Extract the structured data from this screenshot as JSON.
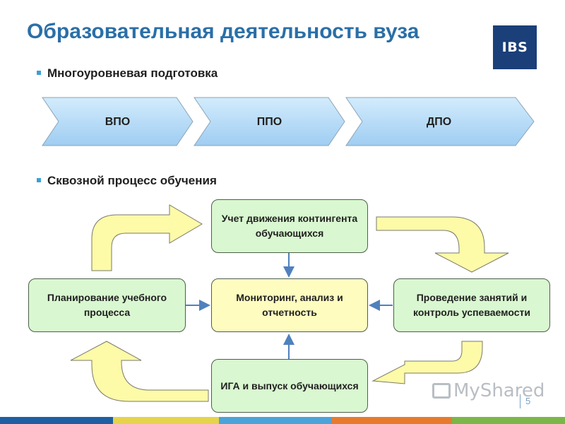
{
  "title": "Образовательная деятельность вуза",
  "logo": "IBS",
  "bullets": {
    "first": "Многоуровневая подготовка",
    "second": "Сквозной процесс обучения"
  },
  "stages": [
    "ВПО",
    "ППО",
    "ДПО"
  ],
  "cycle": {
    "top": "Учет движения контингента обучающихся",
    "left": "Планирование учебного процесса",
    "center": "Мониторинг, анализ и отчетность",
    "right": "Проведение занятий и контроль успеваемости",
    "bottom": "ИГА и выпуск обучающихся"
  },
  "watermark": "MyShared",
  "page_number": "5",
  "colors": {
    "title": "#2a6fa8",
    "logo_bg": "#1b3f78",
    "chevron_fill": "#b7dcf7",
    "green_box": "#d9f7d0",
    "yellow_box": "#fefcbf",
    "curved_arrow": "#fdfaa8",
    "connector": "#4f81bd"
  }
}
